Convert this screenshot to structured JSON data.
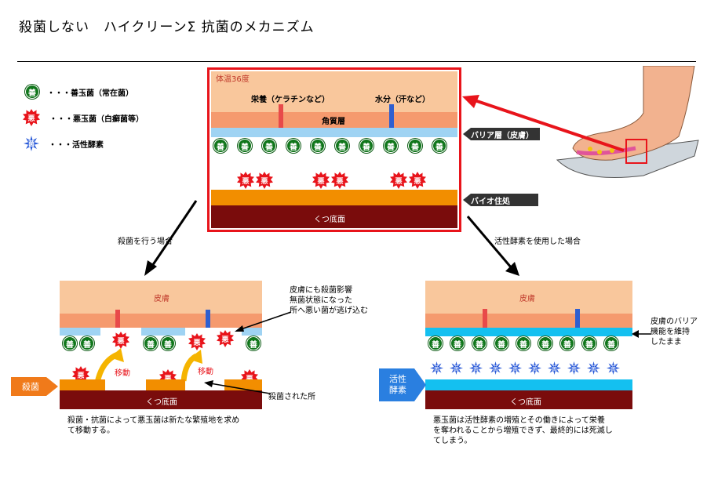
{
  "title": "殺菌しない　ハイクリーンΣ 抗菌のメカニズム",
  "legend": [
    {
      "icon": "善",
      "label": "・・・善玉菌（常在菌）"
    },
    {
      "icon": "悪",
      "label": "・・・悪玉菌（白癬菌等）"
    },
    {
      "icon": "菌",
      "label": "・・・活性酵素"
    }
  ],
  "top_diagram": {
    "temp_label": "体温36度",
    "nutrient_label": "栄養（ケラチンなど）",
    "water_label": "水分（汗など）",
    "keratin_label": "角質層",
    "barrier_arrow": "バリア層（皮膚）",
    "bio_arrow": "バイオ住処",
    "sole_label": "くつ底面",
    "good_icon": "善",
    "bad_icon": "悪"
  },
  "left_caption": "殺菌を行う場合",
  "right_caption": "活性酵素を使用した場合",
  "left_diagram": {
    "skin_label": "皮膚",
    "sole_label": "くつ底面",
    "move_label_1": "移動",
    "move_label_2": "移動",
    "side_tag": "殺菌",
    "callout_top": [
      "皮膚にも殺菌影響",
      "無菌状態になった",
      "所へ悪い菌が逃げ込む"
    ],
    "callout_bottom": "殺菌された所",
    "note": [
      "殺菌・抗菌によって悪玉菌は新たな繁殖地を求め",
      "て移動する。"
    ]
  },
  "right_diagram": {
    "skin_label": "皮膚",
    "sole_label": "くつ底面",
    "side_tag": [
      "活性",
      "酵素"
    ],
    "callout": [
      "皮膚のバリア",
      "機能を維持",
      "したまま"
    ],
    "note": [
      "悪玉菌は活性酵素の増殖とその働きによって栄養",
      "を奪われることから増殖できず、最終的には死滅し",
      "てしまう。"
    ]
  },
  "colors": {
    "skin": "#f9c79c",
    "keratin": "#f59a6e",
    "barrier": "#9fd3f3",
    "bio": "#f28e00",
    "sole": "#7a0c0c",
    "frame": "#e8141b",
    "good": "#11771c",
    "bad": "#e8141b",
    "enzyme": "#2a5ad8"
  }
}
